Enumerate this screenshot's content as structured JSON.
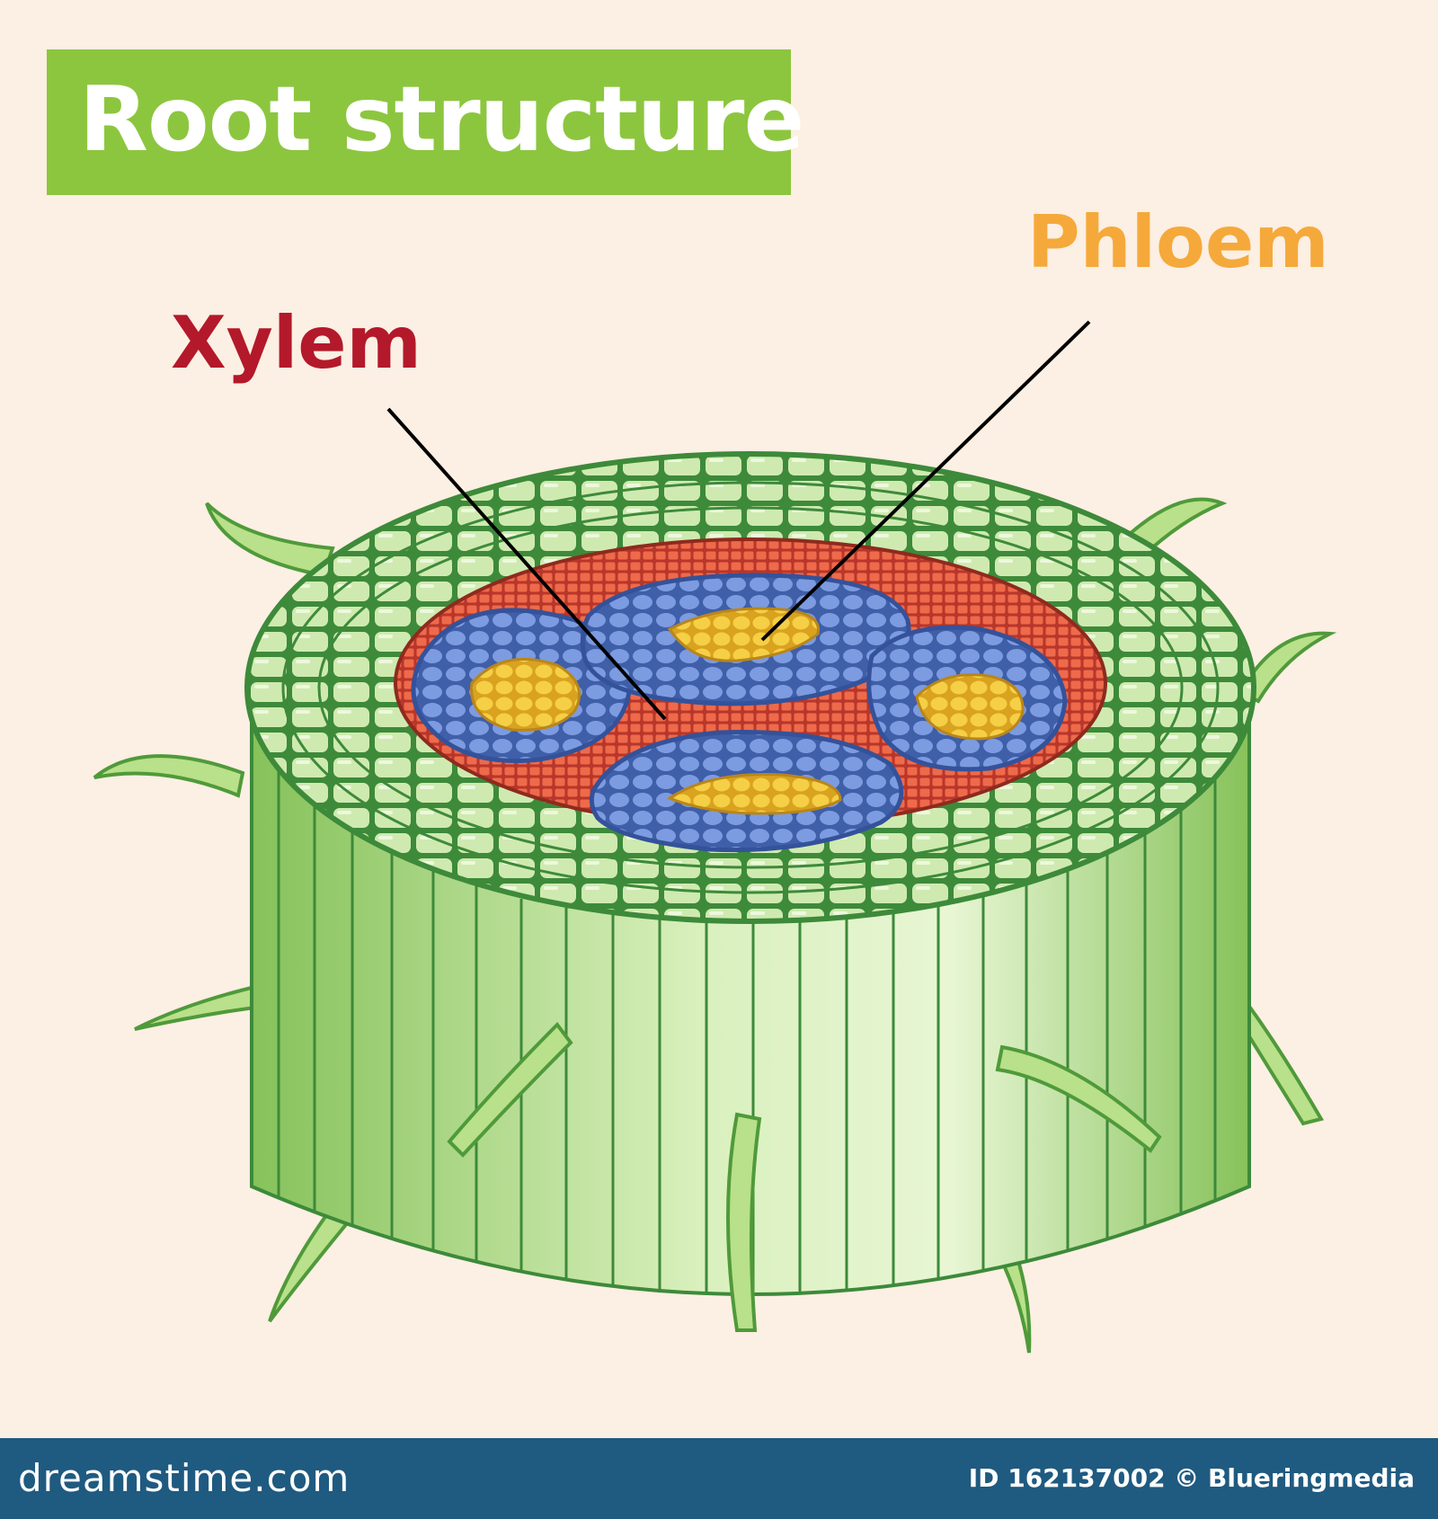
{
  "title": "Root structure",
  "labels": {
    "xylem": "Xylem",
    "phloem": "Phloem"
  },
  "footer": {
    "brand": "dreamstime.com",
    "id_text": "ID 162137002 © Blueringmedia"
  },
  "colors": {
    "background": "#fcefe3",
    "title_bar": "#8cc63f",
    "xylem_label": "#b3192a",
    "phloem_label": "#f5a93a",
    "cortex_cell": "#cfeab0",
    "cell_wall": "#3d8a3a",
    "pericycle": "#ee6a4a",
    "vascular_bundle": "#6f8fd6",
    "bundle_core": "#f2c53a",
    "footer_bar": "#1f5a80"
  }
}
